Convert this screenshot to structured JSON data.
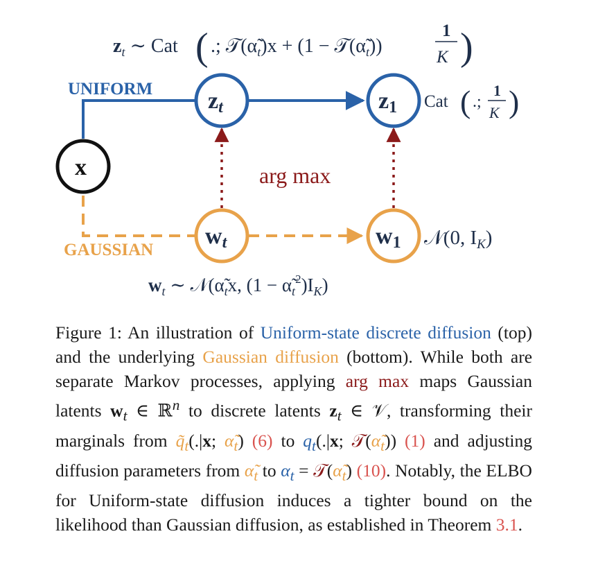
{
  "figure": {
    "top_formula": {
      "lhs": "z",
      "lhs_sub": "t",
      "op": " ∼ Cat",
      "body": ".; 𝒯(α̃",
      "body2": ")x + (1 − 𝒯(α̃",
      "body3": "))",
      "frac_num": "1",
      "frac_den": "K"
    },
    "uniform_label": "UNIFORM",
    "gaussian_label": "GAUSSIAN",
    "node_x": "x",
    "node_zt": "z",
    "node_zt_sub": "t",
    "node_z1": "z",
    "node_z1_sub": "1",
    "node_wt": "w",
    "node_wt_sub": "t",
    "node_w1": "w",
    "node_w1_sub": "1",
    "cat_right": {
      "prefix": "Cat",
      "body": ".;",
      "frac_num": "1",
      "frac_den": "K"
    },
    "argmax_label": "arg max",
    "normal_right": "𝒩(0, I",
    "normal_right_sub": "K",
    "normal_right_close": ")",
    "bottom_formula": {
      "lhs": "w",
      "lhs_sub": "t",
      "op": " ∼ 𝒩(α̃",
      "mid": "x, (1 − α̃",
      "sup": "2",
      "tail": ")I",
      "tail_sub": "K",
      "close": ")"
    },
    "colors": {
      "blue": "#2a62a8",
      "orange": "#e8a24a",
      "dark_red": "#8b1a1a",
      "black": "#111111"
    }
  },
  "caption": {
    "p1": "Figure 1:  An illustration of ",
    "link_uniform": "Uniform-state discrete diffusion",
    "p2": " (top) and the underlying ",
    "link_gaussian": "Gaussian diffusion",
    "p3": " (bottom). While both are separate Markov processes, applying ",
    "argmax": "arg max",
    "p4": " maps Gaussian latents ",
    "w_t": "w",
    "t1": "t",
    "in_rn": " ∈ ℝ",
    "n": "n",
    "p5": " to discrete latents ",
    "z_t": "z",
    "t2": "t",
    "in_v": " ∈ 𝒱",
    "p6": ", transforming their marginals from ",
    "q_tilde": "q̃",
    "t3": "t",
    "q_tilde_args": "(.|x; α̃",
    "t4": "t",
    "q_tilde_close": ")",
    "ref6": "(6)",
    "p7": " to ",
    "q": "q",
    "t5": "t",
    "q_args": "(.|x; 𝒯(α̃",
    "t6": "t",
    "q_close": "))",
    "ref1": "(1)",
    "p8": " and adjusting diffusion parameters from ",
    "alpha_tilde": "α̃",
    "t7": "t",
    "p9": " to ",
    "alpha": "α",
    "t8": "t",
    "eq": " = 𝒯(α̃",
    "t9": "t",
    "eq_close": ")",
    "ref10": "(10)",
    "p10": ". Notably, the ELBO for Uniform-state diffusion induces a tighter bound on the likelihood than Gaussian diffusion, as established in Theorem ",
    "ref31": "3.1",
    "p11": "."
  }
}
